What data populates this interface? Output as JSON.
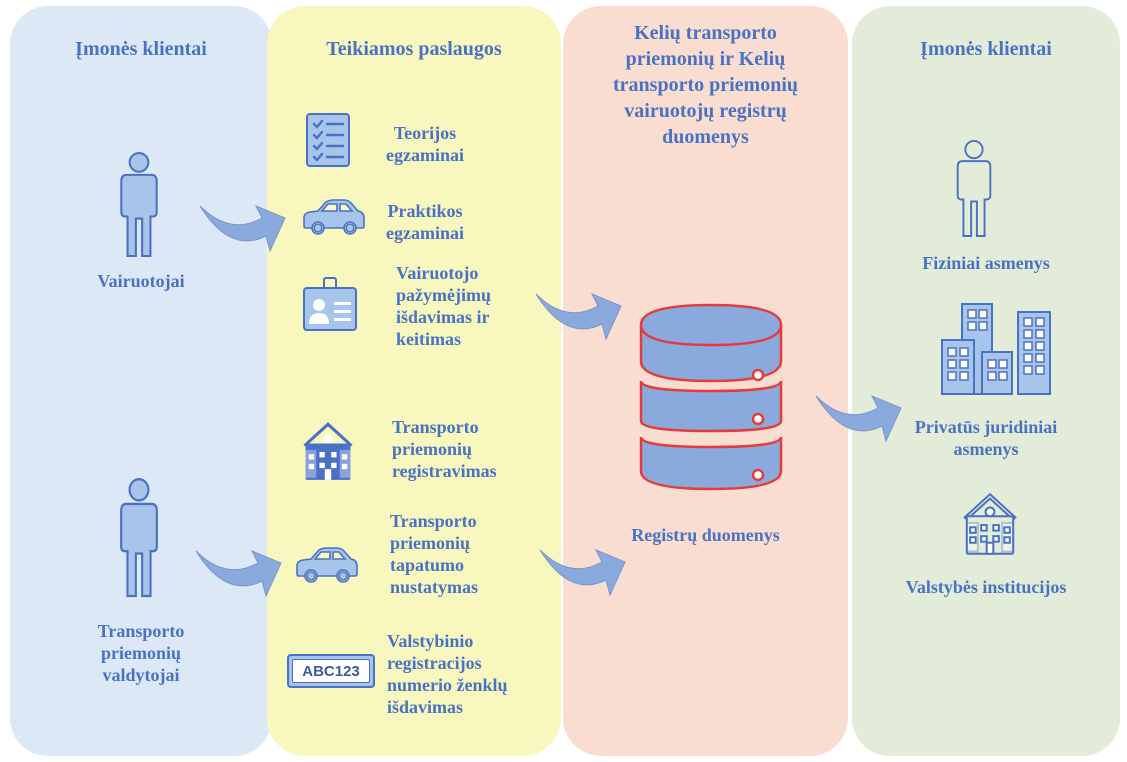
{
  "columns": {
    "clients_left": {
      "title": "Įmonės klientai",
      "items": [
        "Vairuotojai",
        "Transporto\npriemonių\nvaldytojai"
      ]
    },
    "services": {
      "title": "Teikiamos  paslaugos",
      "items": [
        "Teorijos\negzaminai",
        "Praktikos\negzaminai",
        "Vairuotojo\npažymėjimų\nišdavimas ir\nkeitimas",
        "Transporto\npriemonių\nregistravimas",
        "Transporto\npriemonių\ntapatumo\nnustatymas",
        "Valstybinio\nregistracijos\nnumerio ženklų\nišdavimas"
      ],
      "plate_text": "ABC123"
    },
    "registers": {
      "title": "Kelių transporto\npriemonių ir Kelių\ntransporto priemonių\nvairuotojų registrų\nduomenys",
      "database_label": "Registrų duomenys"
    },
    "clients_right": {
      "title": "Įmonės klientai",
      "items": [
        "Fiziniai asmenys",
        "Privatūs juridiniai\nasmenys",
        "Valstybės institucijos"
      ]
    }
  },
  "colors": {
    "column_1": "#dce8f5",
    "column_2": "#f8f8be",
    "column_3": "#f9ddd0",
    "column_4": "#e3ecd8",
    "text": "#4a72c4",
    "icon_fill": "#a7c4ea",
    "arrow": "#8aa9dc",
    "database_fill": "#8aa9dc",
    "database_outline": "#e53b3b"
  },
  "icons": [
    "person-icon",
    "checklist-icon",
    "car-icon",
    "id-card-icon",
    "building-icon",
    "license-plate-icon",
    "database-icon",
    "office-buildings-icon",
    "arrow-icon"
  ]
}
